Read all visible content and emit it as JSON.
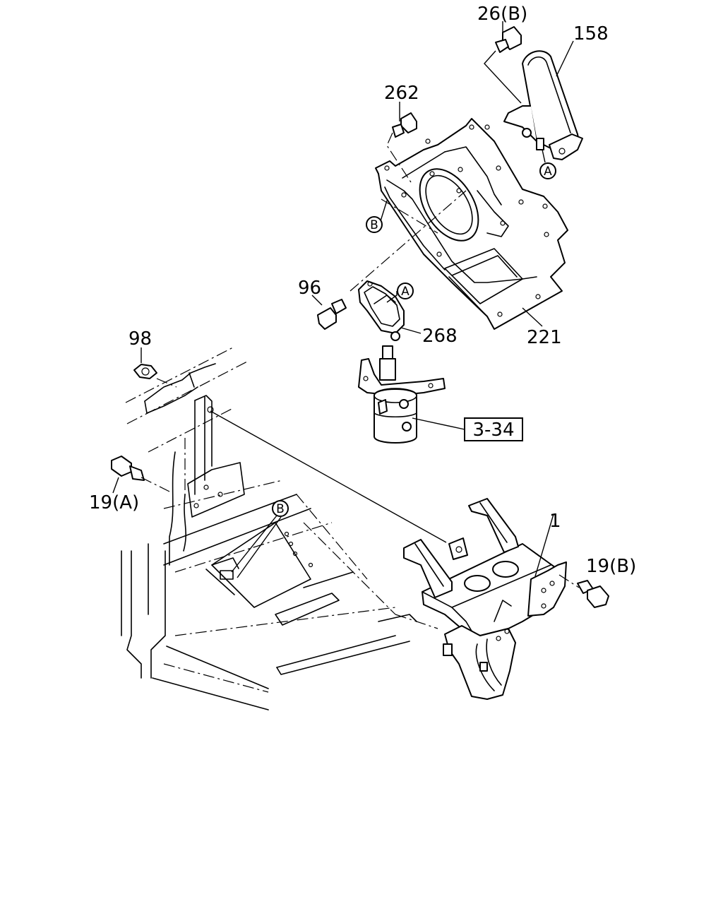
{
  "diagram": {
    "callouts": {
      "p26b": "26(B)",
      "p158": "158",
      "p262": "262",
      "p96": "96",
      "p268": "268",
      "p221": "221",
      "p98": "98",
      "p19a": "19(A)",
      "p1": "1",
      "p19b": "19(B)",
      "ref334": "3-34"
    },
    "markers": {
      "a_upper": "A",
      "a_lower": "A",
      "b_upper": "B",
      "b_lower": "B"
    }
  }
}
